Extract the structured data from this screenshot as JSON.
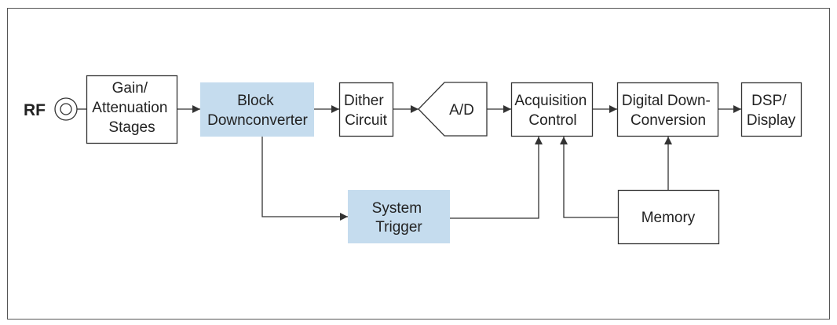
{
  "colors": {
    "highlight": "#c5dcee",
    "stroke": "#333333",
    "text": "#222222",
    "frame": "#555555"
  },
  "input": {
    "label": "RF",
    "icon": "rf-connector-icon"
  },
  "blocks": {
    "gain": {
      "lines": [
        "Gain/",
        "Attenuation",
        "Stages"
      ]
    },
    "block_dc": {
      "lines": [
        "Block",
        "Downconverter"
      ]
    },
    "dither": {
      "lines": [
        "Dither",
        "Circuit"
      ]
    },
    "adc": {
      "lines": [
        "A/D"
      ]
    },
    "acq": {
      "lines": [
        "Acquisition",
        "Control"
      ]
    },
    "ddc": {
      "lines": [
        "Digital Down-",
        "Conversion"
      ]
    },
    "dsp": {
      "lines": [
        "DSP/",
        "Display"
      ]
    },
    "trigger": {
      "lines": [
        "System",
        "Trigger"
      ]
    },
    "memory": {
      "lines": [
        "Memory"
      ]
    }
  }
}
